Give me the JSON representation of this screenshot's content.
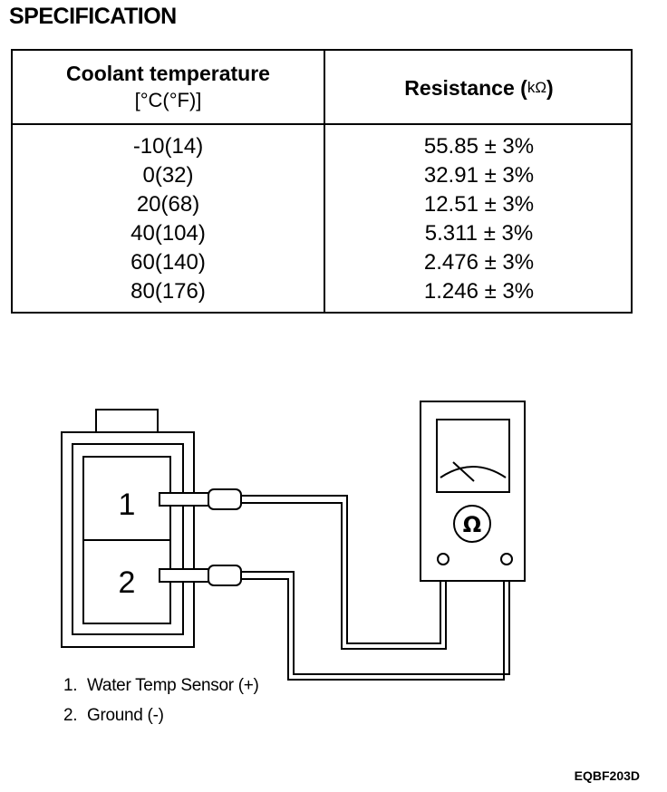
{
  "title": "SPECIFICATION",
  "table": {
    "header_temp_line1": "Coolant temperature",
    "header_temp_line2": "[°C(°F)]",
    "header_resistance": "Resistance (",
    "header_resistance_unit": "kΩ",
    "header_resistance_close": ")",
    "rows": [
      {
        "temp": "-10(14)",
        "resistance": "55.85 ± 3%"
      },
      {
        "temp": "0(32)",
        "resistance": "32.91 ± 3%"
      },
      {
        "temp": "20(68)",
        "resistance": "12.51 ± 3%"
      },
      {
        "temp": "40(104)",
        "resistance": "5.311 ± 3%"
      },
      {
        "temp": "60(140)",
        "resistance": "2.476 ± 3%"
      },
      {
        "temp": "80(176)",
        "resistance": "1.246 ± 3%"
      }
    ]
  },
  "diagram": {
    "terminal_1": "1",
    "terminal_2": "2",
    "ohm_symbol": "Ω"
  },
  "legend": [
    {
      "num": "1.",
      "text": "Water Temp Sensor (+)"
    },
    {
      "num": "2.",
      "text": "Ground (-)"
    }
  ],
  "figure_code": "EQBF203D"
}
